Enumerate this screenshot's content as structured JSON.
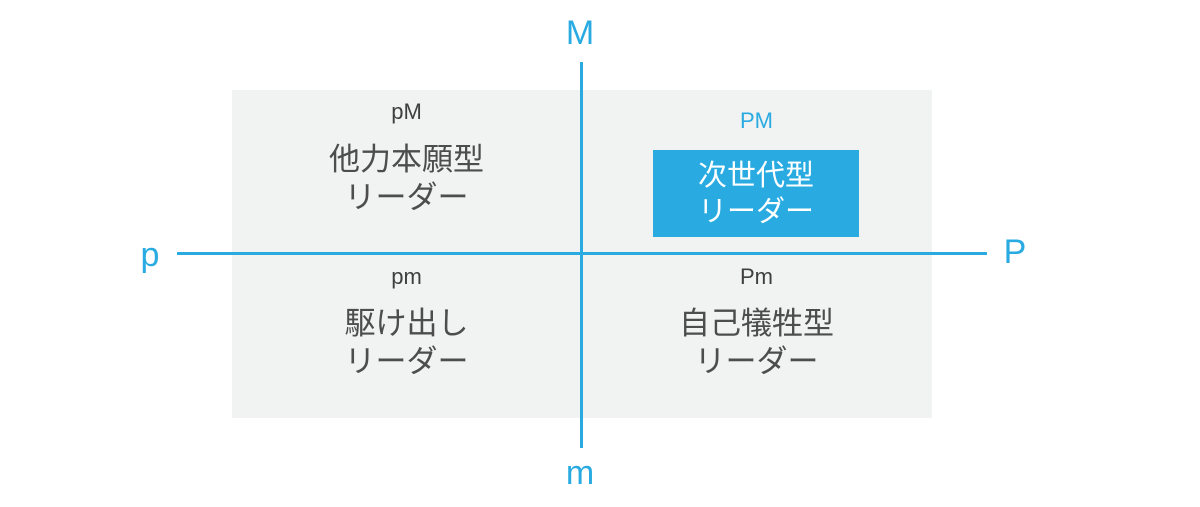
{
  "diagram": {
    "type": "quadrant-matrix",
    "axes": {
      "top": "M",
      "bottom": "m",
      "left": "p",
      "right": "P"
    },
    "quadrants": [
      {
        "code": "pM",
        "title_lines": [
          "他力本願型",
          "リーダー"
        ],
        "highlighted": false
      },
      {
        "code": "PM",
        "title_lines": [
          "次世代型",
          "リーダー"
        ],
        "highlighted": true
      },
      {
        "code": "pm",
        "title_lines": [
          "駆け出し",
          "リーダー"
        ],
        "highlighted": false
      },
      {
        "code": "Pm",
        "title_lines": [
          "自己犠牲型",
          "リーダー"
        ],
        "highlighted": false
      }
    ],
    "colors": {
      "accent": "#29abe2",
      "quadrant_bg": "#f1f2f2",
      "code_text": "#3f3f3f",
      "title_text": "#4d4d4d",
      "highlight_bg": "#29abe2",
      "highlight_text": "#ffffff"
    }
  }
}
